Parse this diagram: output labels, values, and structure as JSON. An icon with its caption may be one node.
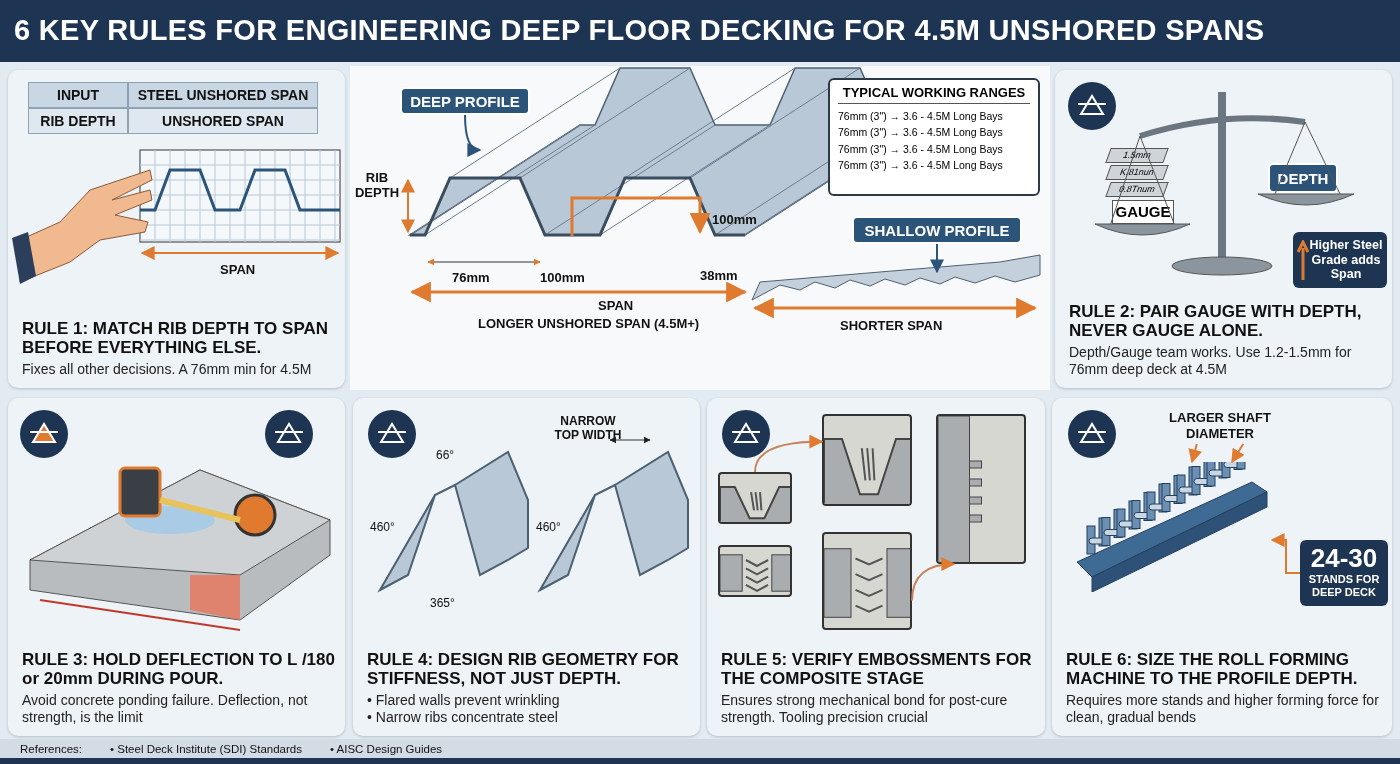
{
  "diagram": {
    "title": "**6 KEY RULES** FOR ENGINEERING DEEP FLOOR DECKING FOR **4.5M** UNSHORED SPANS",
    "nodes": [
      {
        "text": [
          "**RULE 1:** MATCH RIB DEPTH TO SPAN BEFORE EVERYTHING ELSE.",
          "Fixes all other decisions. A 76mm min for 4.5M"
        ]
      },
      {
        "text": [
          "DEEP PROFILE"
        ]
      },
      {
        "text": [
          "TYPICAL WORKING RANGES",
          "76mm (3\") → 3.6 - 4.5M Long Bays",
          "76mm (3\") → 3.6 - 4.5M Long Bays",
          "76mm (3\") → 3.6 - 4.5M Long Bays",
          "76mm (3\") → 3.6 - 4.5M Long Bays"
        ]
      },
      {
        "text": [
          "SHALLOW PROFILE"
        ]
      },
      {
        "text": [
          "**RULE 2:** PAIR GAUGE WITH DEPTH, NEVER GAUGE ALONE.",
          "Depth/Gauge team works. Use 1.2-1.5mm for 76mm deep deck at 4.5M"
        ]
      },
      {
        "text": [
          "1.5mm"
        ],
        "in": 4
      },
      {
        "text": [
          "K.81nun"
        ],
        "in": 4
      },
      {
        "text": [
          "0.8Tnum"
        ],
        "in": 4
      },
      {
        "text": [
          "GAUGE"
        ],
        "in": 4
      },
      {
        "text": [
          "DEPTH"
        ],
        "in": 4
      },
      {
        "text": [
          "Higher Steel Grade adds Span"
        ],
        "in": 4
      },
      {
        "text": [
          "**RULE 3:** HOLD DEFLECTION TO L /180 or 20mm DURING POUR.",
          "Avoid concrete ponding failure. Deflection, not strength, is the limit"
        ]
      },
      {
        "text": [
          "**RULE 4:** DESIGN RIB GEOMETRY FOR STIFFNESS, NOT JUST DEPTH.",
          "• Flared walls prevent wrinkling",
          "• Narrow ribs concentrate steel"
        ]
      },
      {
        "text": [
          "**RULE 5:** VERIFY EMBOSSMENTS FOR THE COMPOSITE STAGE",
          "Ensures strong mechanical bond for post-cure strength. Tooling precision crucial"
        ]
      },
      {
        "text": [],
        "shape": "picture",
        "in": 13
      },
      {
        "text": [],
        "shape": "picture",
        "in": 13
      },
      {
        "text": [],
        "shape": "picture",
        "in": 13
      },
      {
        "text": [],
        "shape": "picture",
        "in": 13
      },
      {
        "text": [],
        "shape": "picture",
        "in": 13
      },
      {
        "text": [
          "**RULE 6:** SIZE THE ROLL FORMING MACHINE TO THE PROFILE DEPTH.",
          "Requires more stands and higher forming force for clean, gradual bends"
        ]
      },
      {
        "text": [
          "LARGER SHAFT DIAMETER"
        ],
        "in": 19
      },
      {
        "text": [],
        "shape": "picture",
        "in": 19
      },
      {
        "text": [
          "24-30",
          "STANDS FOR DEEP DECK"
        ],
        "in": 19
      }
    ],
    "edges": [
      {
        "from": 1,
        "to": null,
        "arrow": "to",
        "color": "#2b5478"
      },
      {
        "from": 3,
        "to": null,
        "arrow": "to",
        "color": "#2b5478"
      },
      {
        "from": 14,
        "to": 15,
        "arrow": "to",
        "color": "#c9835a"
      },
      {
        "from": 17,
        "to": 18,
        "arrow": "to",
        "color": "#c9835a"
      },
      {
        "from": 20,
        "to": 21,
        "arrow": "to"
      },
      {
        "from": 20,
        "to": 21,
        "arrow": "to"
      },
      {
        "from": 22,
        "to": 21,
        "arrow": "to"
      }
    ],
    "labels": [
      "INPUT",
      "STEEL UNSHORED SPAN",
      "RIB DEPTH",
      "UNSHORED SPAN",
      "SPAN",
      "RIB DEPTH",
      "100mm",
      "76mm",
      "100mm",
      "38mm",
      "SPAN",
      "LONGER UNSHORED SPAN (4.5M+)",
      "SHORTER SPAN",
      "NARROW TOP WIDTH",
      "66°",
      "460°",
      "460°",
      "365°",
      "References:",
      "• Steel Deck Institute (SDI) Standards",
      "• AISC Design Guides"
    ]
  }
}
